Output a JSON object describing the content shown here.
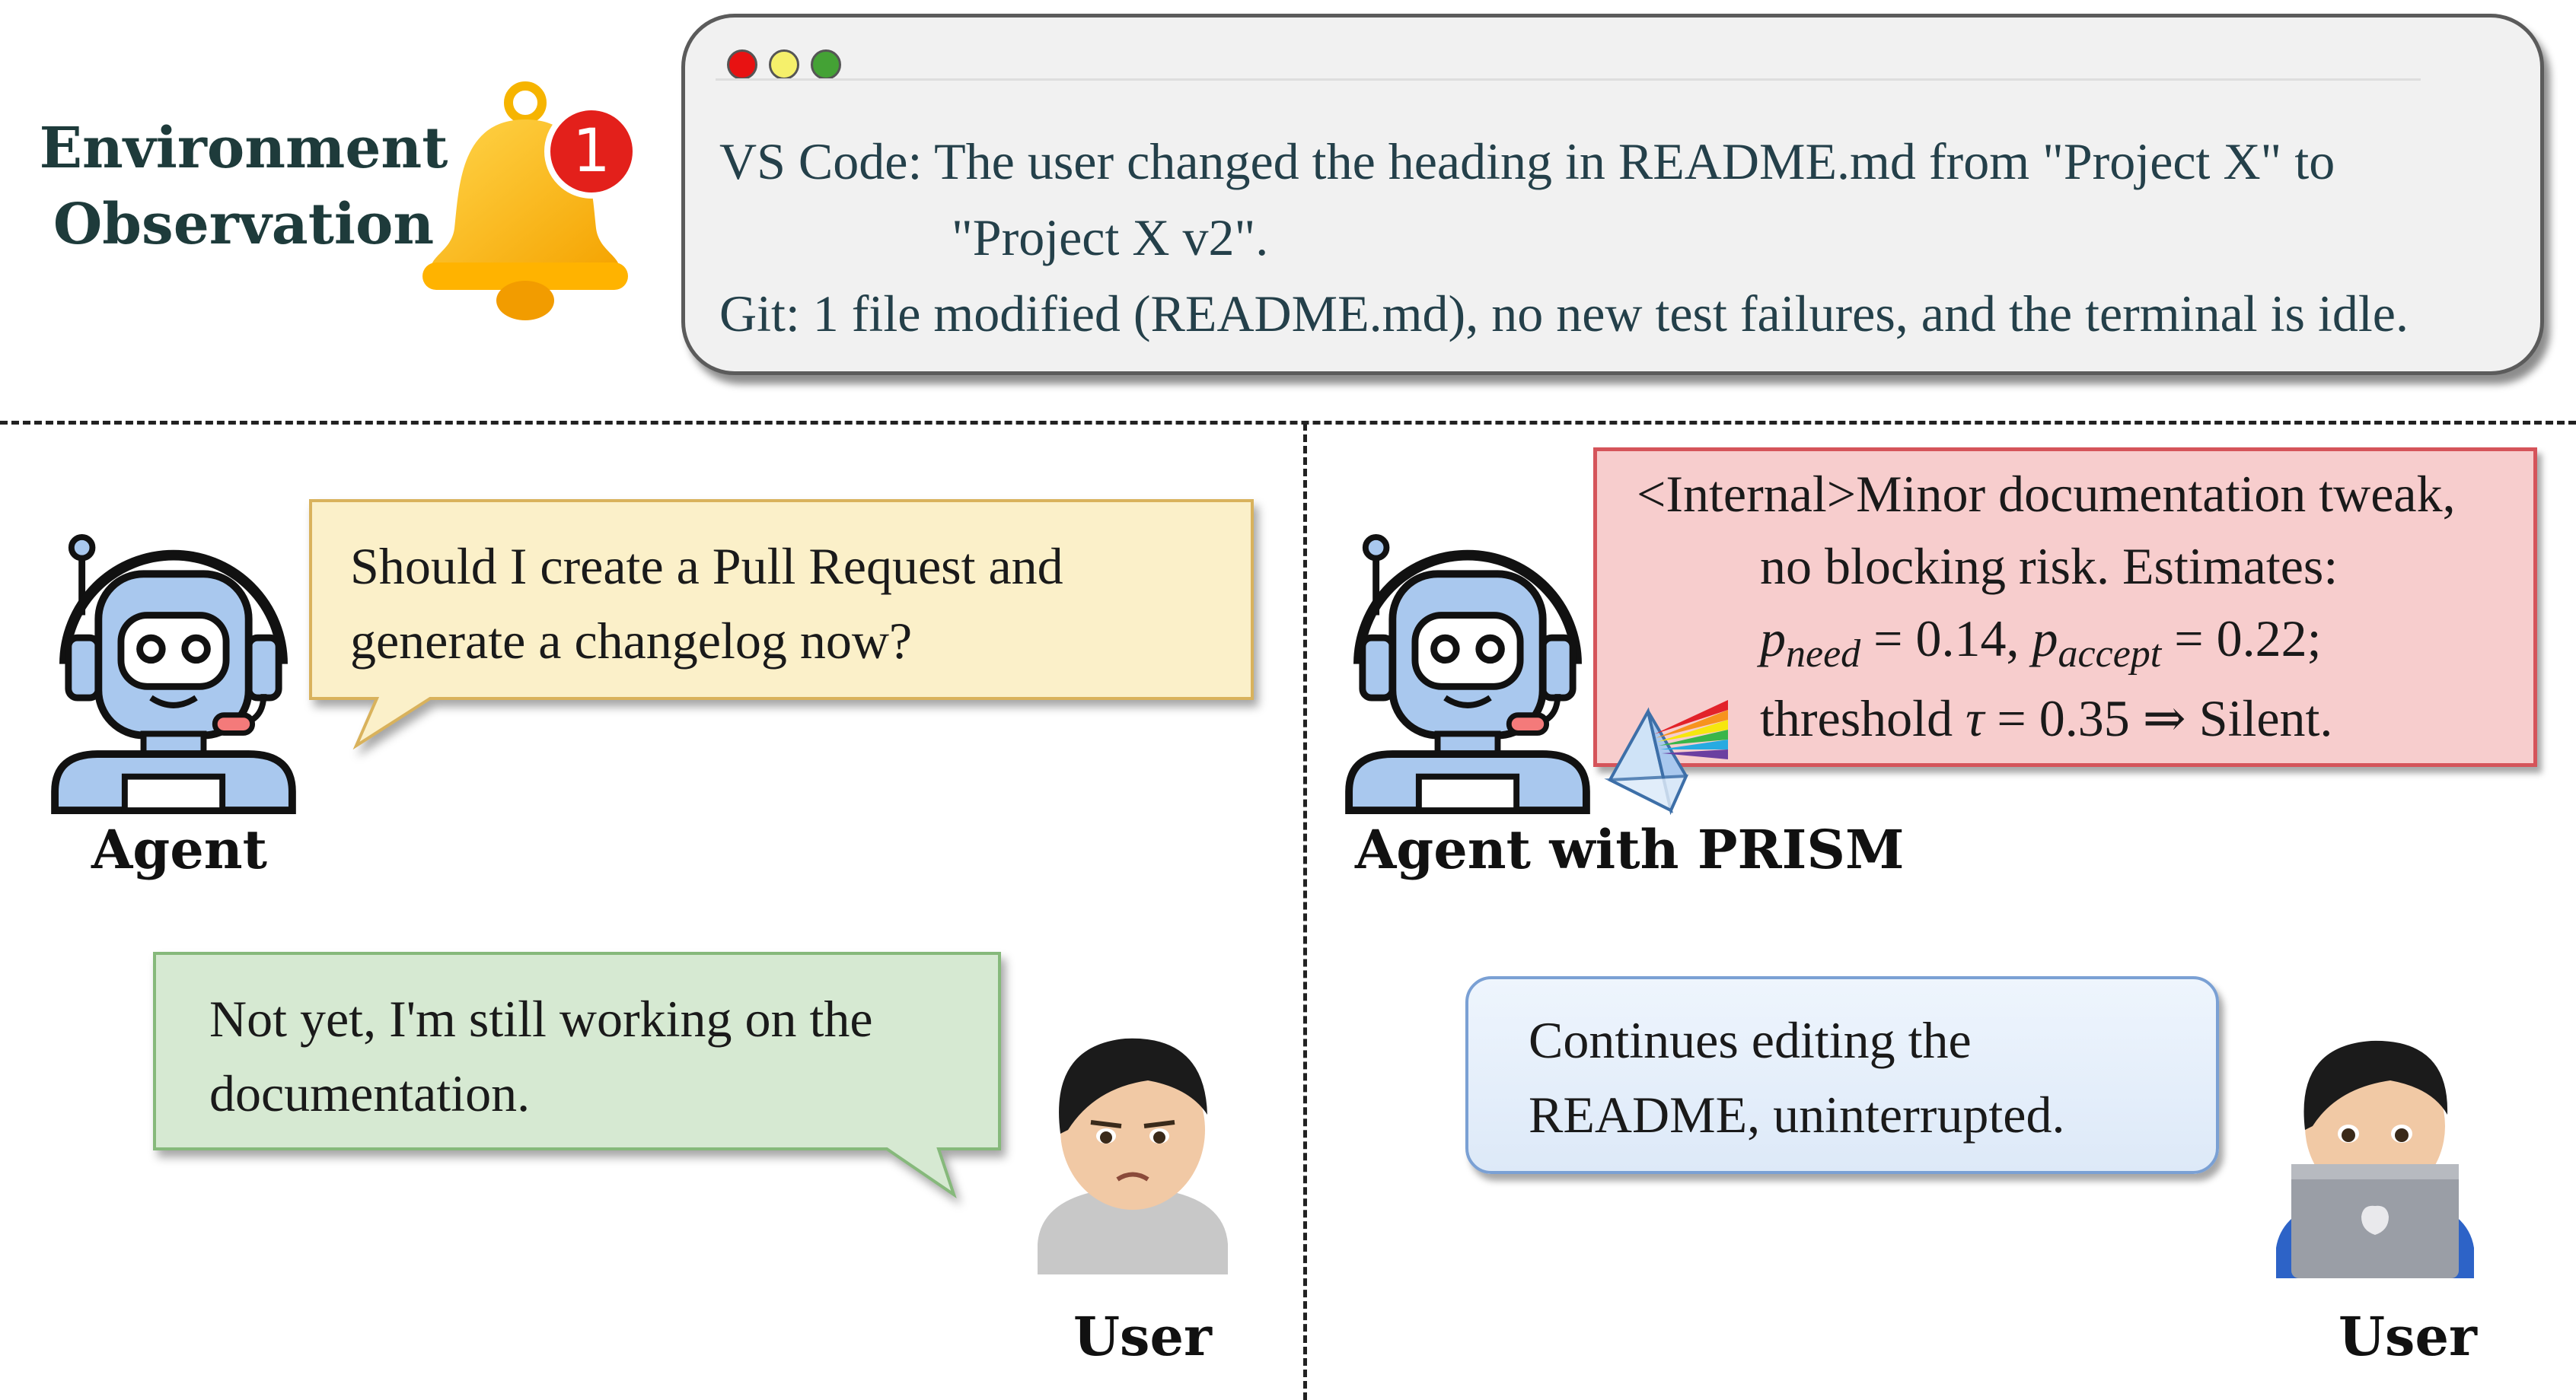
{
  "environment": {
    "title_line1": "Environment",
    "title_line2": "Observation",
    "notification_count": "1"
  },
  "observation": {
    "line1": "VS Code: The user changed the heading in README.md from \"Project X\"   to",
    "line2": "\"Project X v2\".",
    "line3": "Git: 1 file modified (README.md), no new test failures, and the terminal is idle."
  },
  "left_panel": {
    "agent_label": "Agent",
    "agent_message_line1": "Should I create a Pull Request and",
    "agent_message_line2": "generate a changelog now?",
    "user_reply_line1": "Not yet, I'm still working on the",
    "user_reply_line2": "documentation.",
    "user_label": "User"
  },
  "right_panel": {
    "agent_label": "Agent with PRISM",
    "internal_line1": "<Internal>Minor documentation tweak,",
    "internal_line2": "no blocking risk. Estimates:",
    "p_symbol": "p",
    "p_need_sub": "need",
    "p_need_value": " = 0.14, ",
    "p_accept_sub": "accept",
    "p_accept_value": " = 0.22;",
    "threshold_text": "threshold ",
    "tau_symbol": "τ",
    "threshold_value": " = 0.35 ⇒ Silent.",
    "user_action_line1": "Continues editing the",
    "user_action_line2": "README, uninterrupted.",
    "user_label": "User"
  },
  "colors": {
    "observation_bg": "#f1f1f1",
    "agent_bubble": "#fbf0c9",
    "user_bubble": "#d6e9d2",
    "internal_box": "#f7cdcd",
    "continue_box": "#dde9f8"
  }
}
